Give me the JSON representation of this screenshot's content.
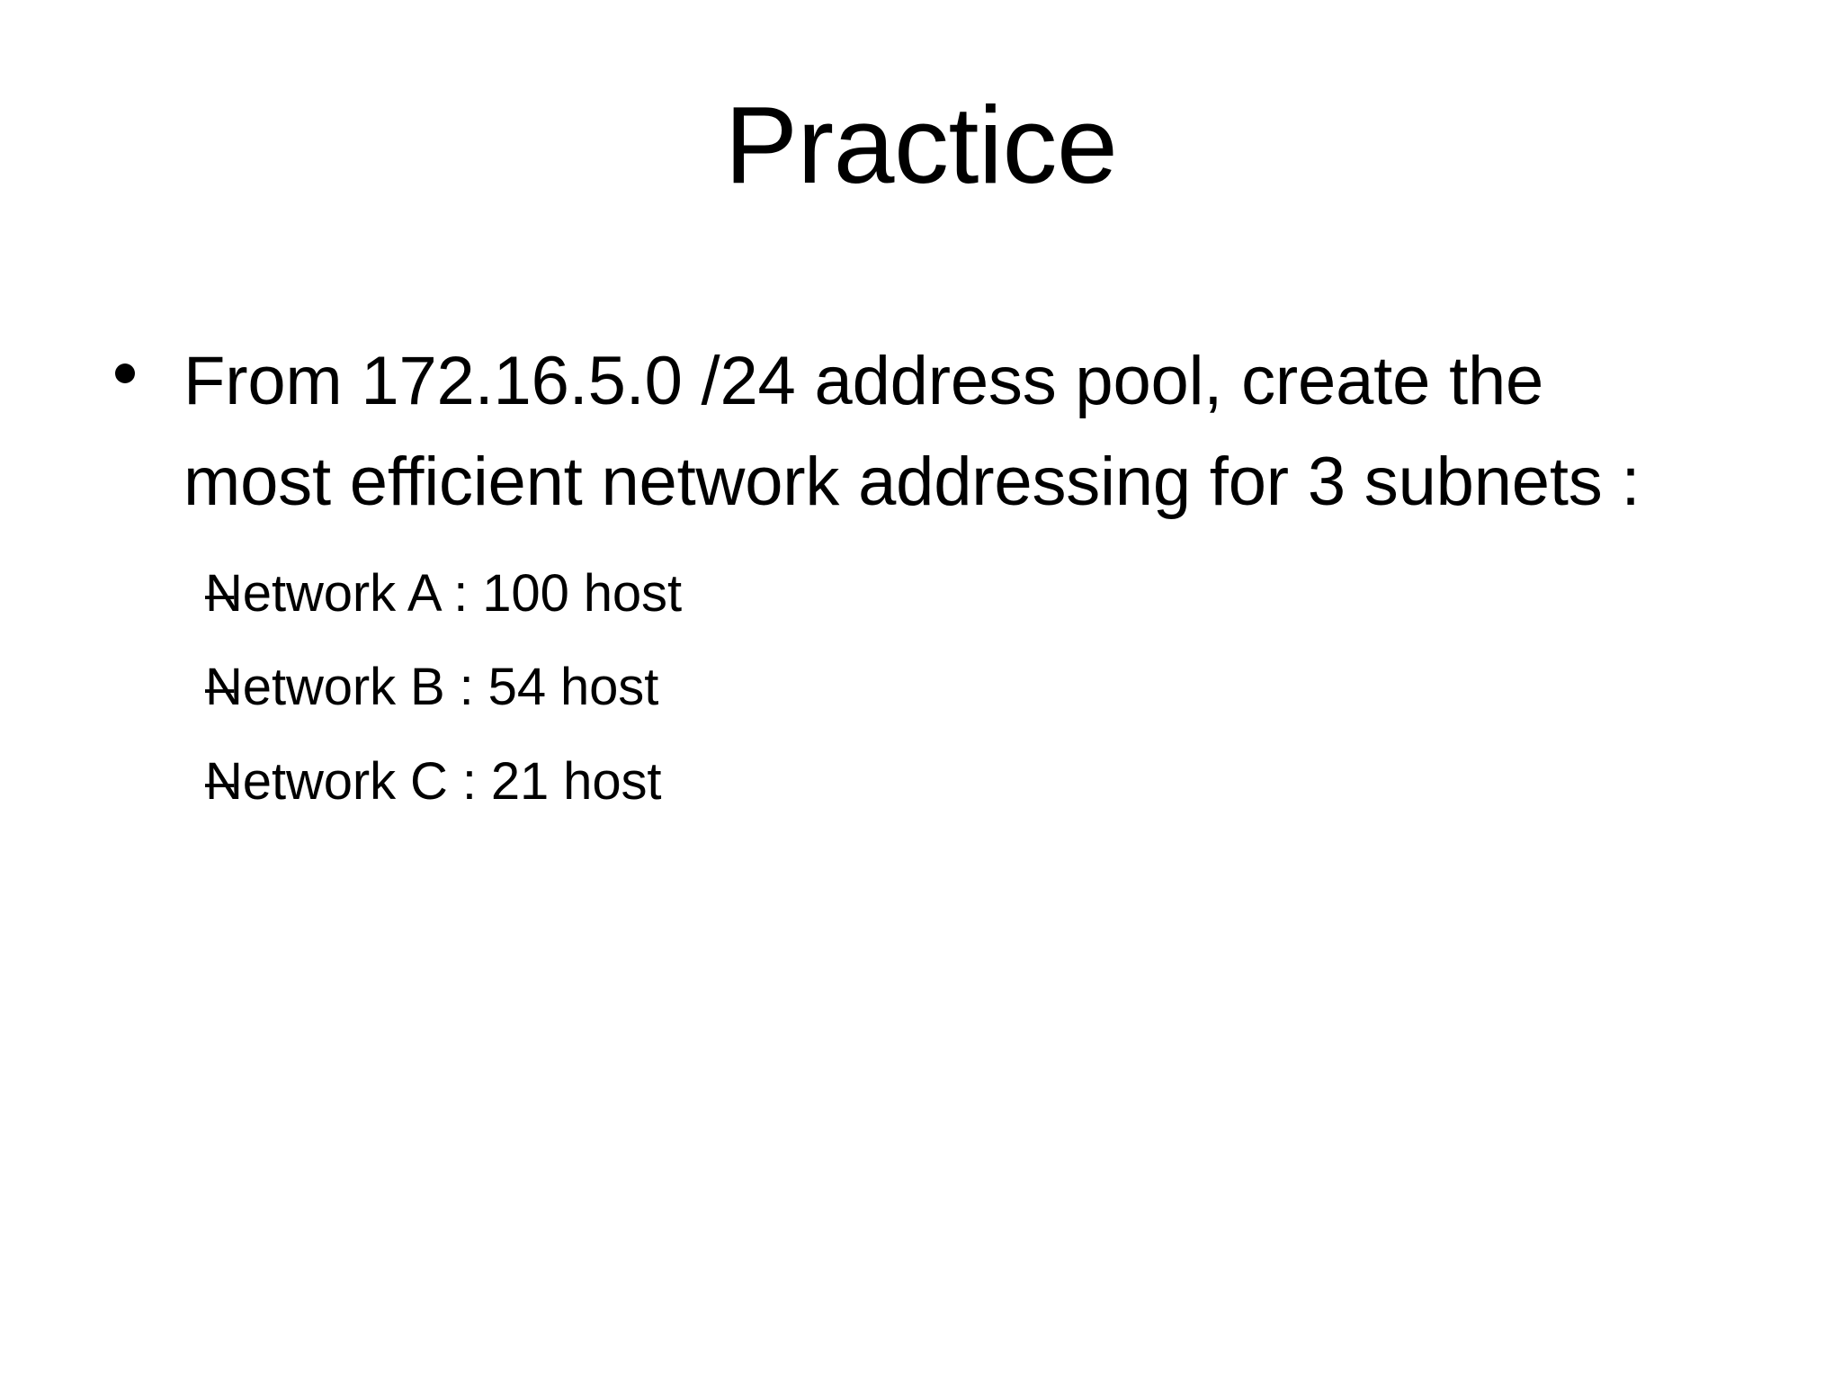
{
  "slide": {
    "background_color": "#ffffff",
    "text_color": "#000000",
    "title": "Practice",
    "body": {
      "level1": {
        "marker": "bullet-dot",
        "text": "From 172.16.5.0 /24 address pool, create the most efficient network addressing for 3 subnets :",
        "wrapped_lines": [
          "From 172.16.5.0 /24 address pool, create the",
          "most efficient network addressing for 3",
          "subnets :"
        ]
      },
      "level2": {
        "marker": "–",
        "items": [
          {
            "label": "Network A : 100 host",
            "network": "Network A",
            "hosts": 100,
            "hosts_text": "100 host"
          },
          {
            "label": "Network B : 54 host",
            "network": "Network B",
            "hosts": 54,
            "hosts_text": "54 host"
          },
          {
            "label": "Network C : 21 host",
            "network": "Network C",
            "hosts": 21,
            "hosts_text": "21 host"
          }
        ]
      }
    }
  }
}
